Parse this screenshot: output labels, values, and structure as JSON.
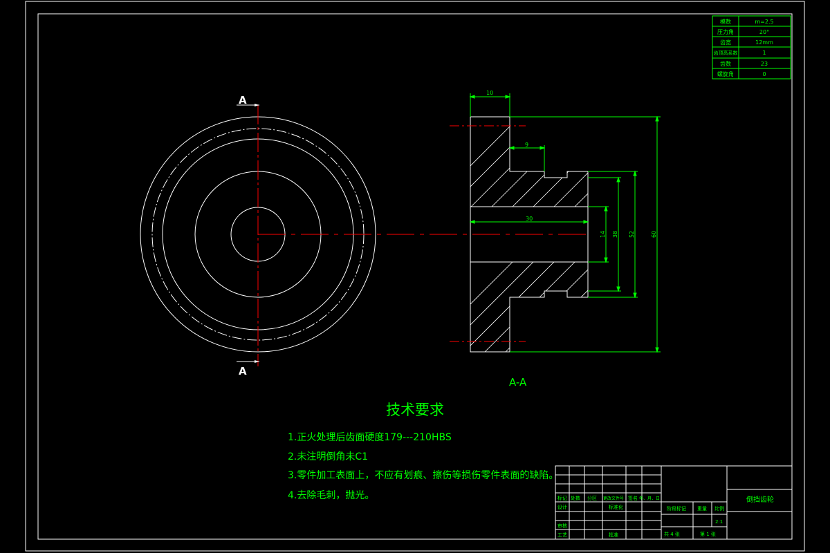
{
  "colors": {
    "background": "#000000",
    "border": "#ffffff",
    "text": "#00ff00",
    "centerline": "#ff0000",
    "dimension": "#00ff00"
  },
  "section": {
    "cut_label_top": "A",
    "cut_label_bottom": "A",
    "title": "A-A"
  },
  "dimensions": {
    "d10": "10",
    "d9": "9",
    "d30": "30",
    "d14": "14",
    "d38": "38",
    "d52": "52",
    "d60": "60"
  },
  "gear_params": [
    {
      "label": "模数",
      "value": "m=2.5"
    },
    {
      "label": "压力角",
      "value": "20°"
    },
    {
      "label": "齿宽",
      "value": "12mm"
    },
    {
      "label": "齿顶高系数",
      "value": "1"
    },
    {
      "label": "齿数",
      "value": "23"
    },
    {
      "label": "螺旋角",
      "value": "0"
    }
  ],
  "requirements": {
    "title": "技术要求",
    "items": [
      "1.正火处理后齿面硬度179---210HBS",
      "2.未注明倒角未C1",
      "3.零件加工表面上，不应有划痕、擦伤等损伤零件表面的缺陷。",
      "4.去除毛刺，抛光。"
    ]
  },
  "title_block": {
    "col_headers": [
      "标记",
      "处数",
      "分区",
      "更改文件号",
      "签名",
      "年、月、日"
    ],
    "design": "设计",
    "standardize": "标准化",
    "review": "审核",
    "process": "工艺",
    "approve": "批准",
    "stage_mark": "阶段标记",
    "weight": "重量",
    "scale": "比例",
    "scale_value": "2:1",
    "sheets_total": "共 4 张",
    "sheet_no": "第 1 张",
    "part_name": "倒挡齿轮"
  }
}
